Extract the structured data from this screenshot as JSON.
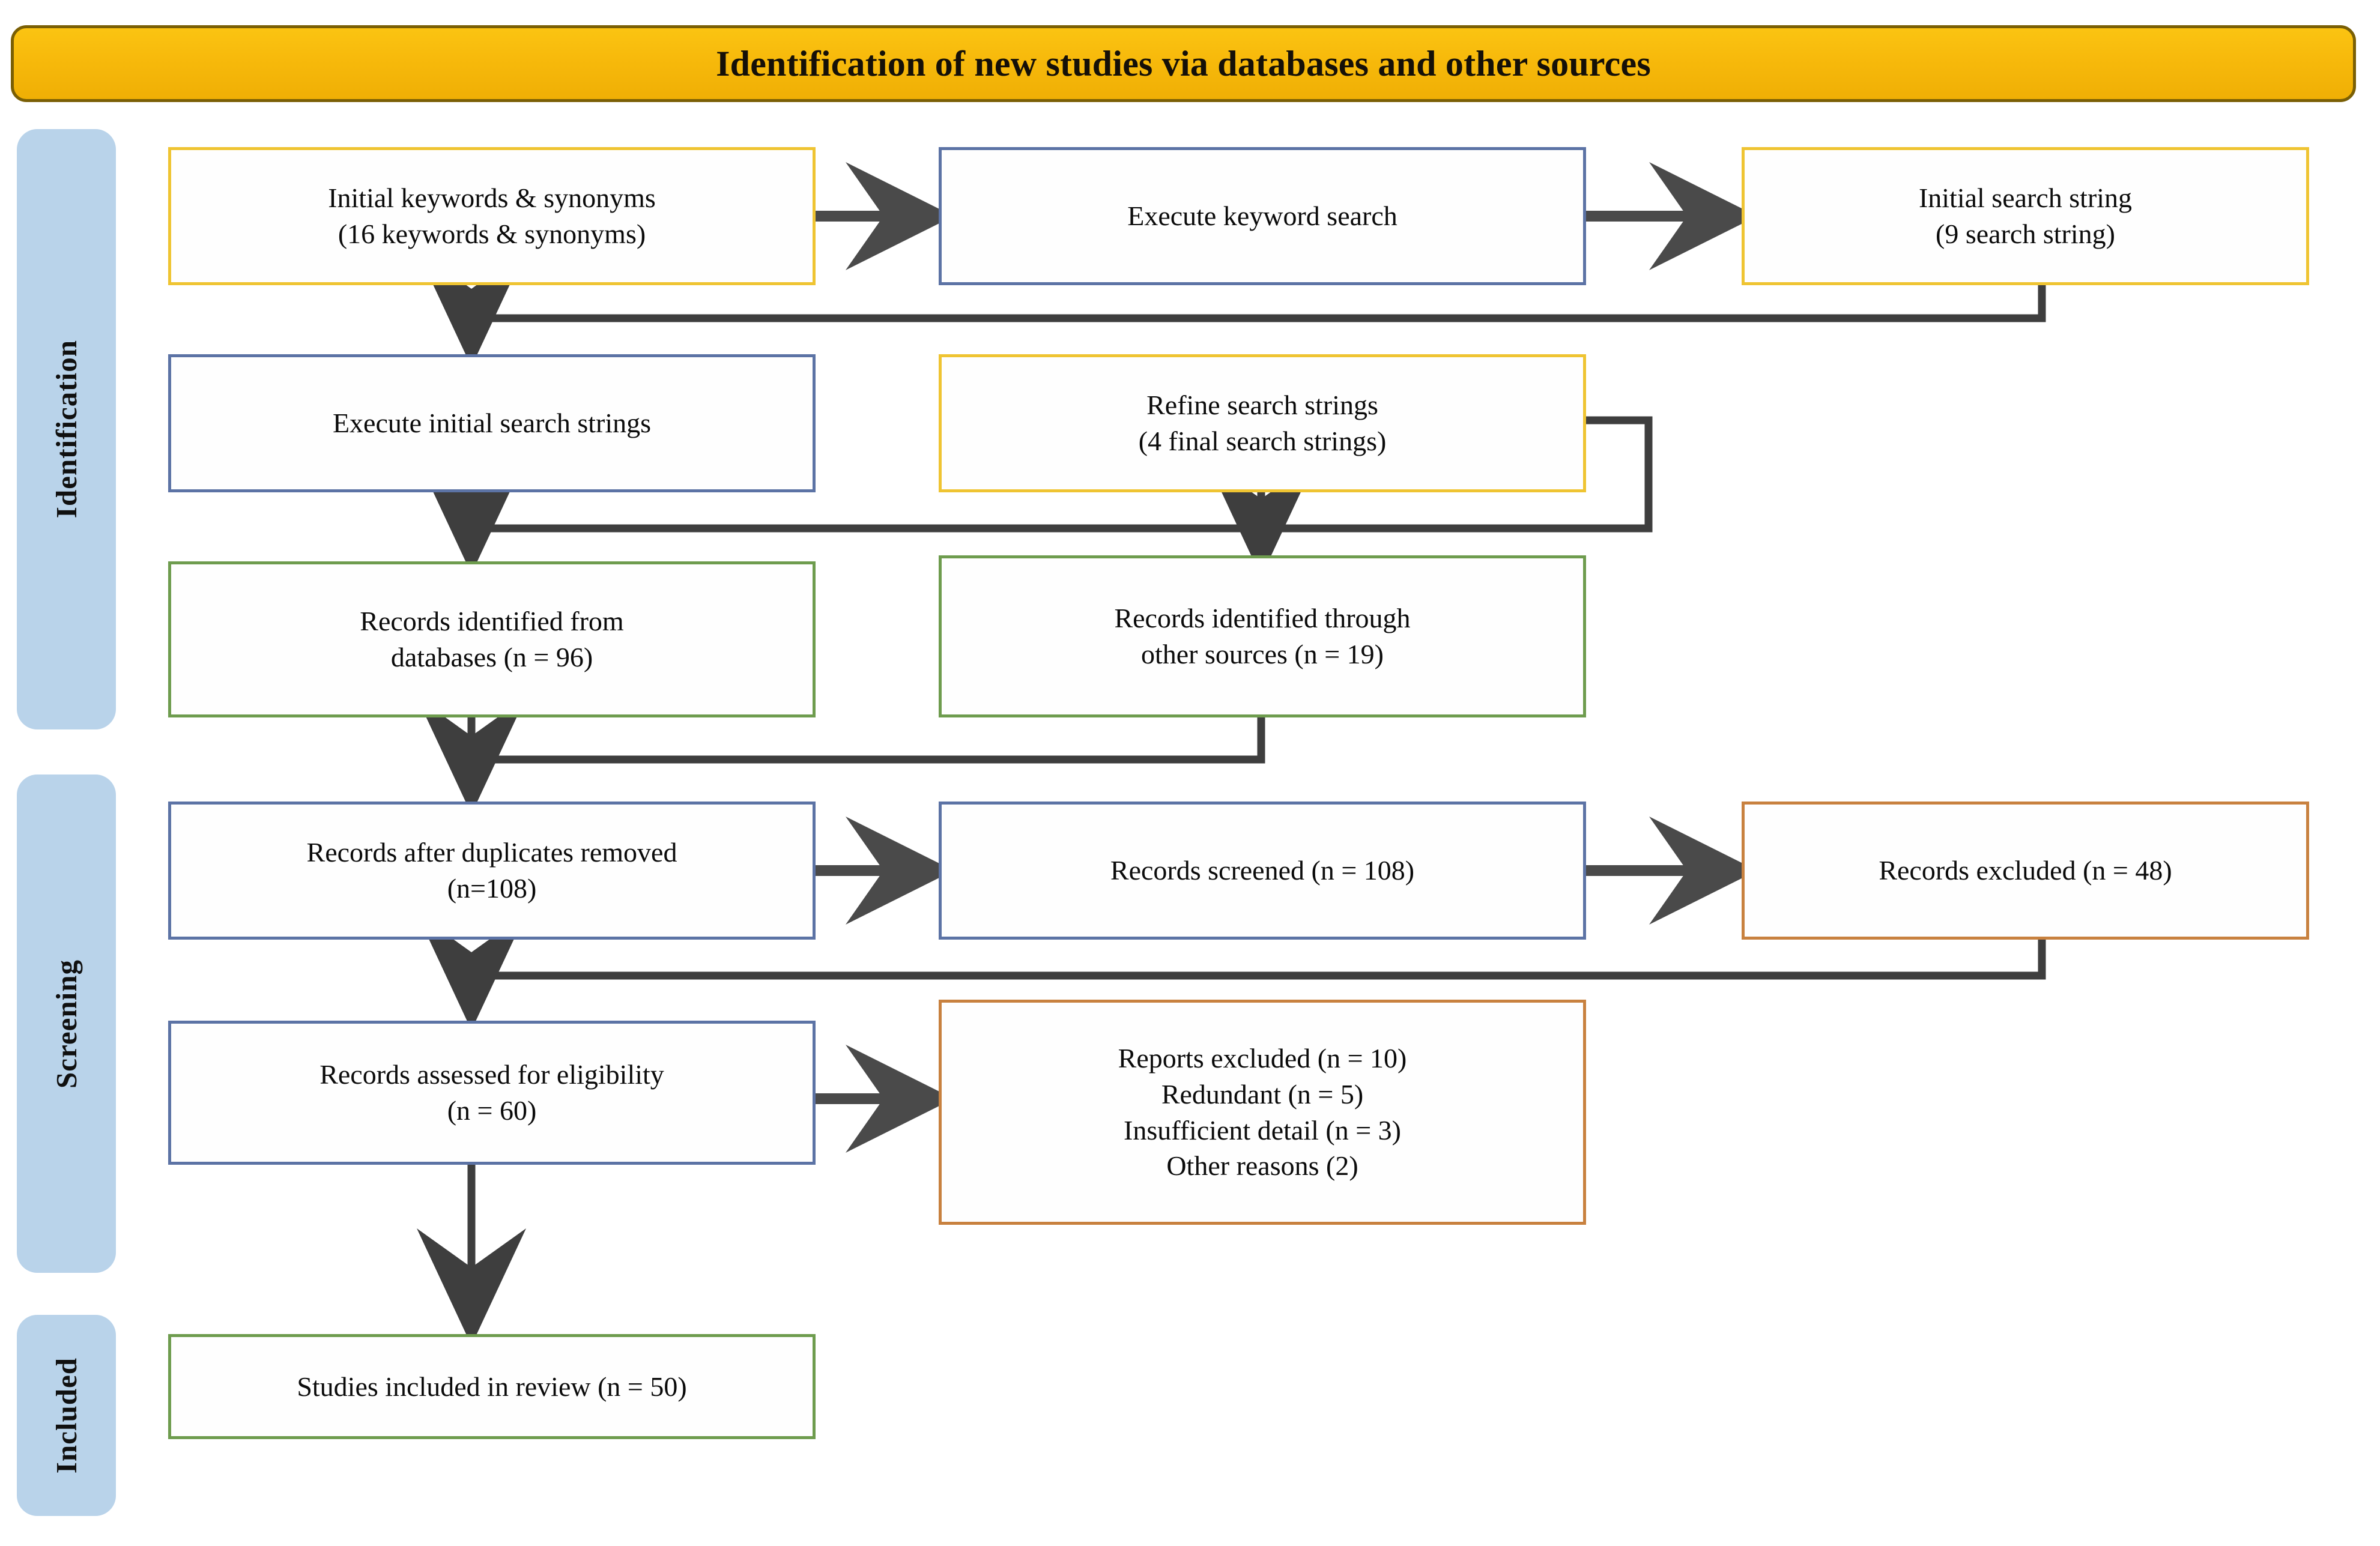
{
  "header": {
    "title": "Identification of new studies via databases and other sources",
    "fill_color": "#F7B90B",
    "border_color": "#7A5F05"
  },
  "stages": [
    {
      "id": "identification",
      "label": "Identification",
      "color": "#B9D3EA"
    },
    {
      "id": "screening",
      "label": "Screening",
      "color": "#B9D3EA"
    },
    {
      "id": "included",
      "label": "Included",
      "color": "#B9D3EA"
    }
  ],
  "palette": {
    "yellow": "#EFC432",
    "blue": "#5C73A5",
    "green": "#6E9C4E",
    "orange": "#C8813F",
    "connector": "#3E3E3E"
  },
  "nodes": [
    {
      "id": "initial-keywords",
      "text": "Initial  keywords  & synonyms\n(16 keywords  & synonyms)",
      "border": "yellow"
    },
    {
      "id": "execute-keyword-search",
      "text": "Execute keyword search",
      "border": "blue"
    },
    {
      "id": "initial-search-string",
      "text": "Initial  search string\n(9 search string)",
      "border": "yellow"
    },
    {
      "id": "execute-initial-strings",
      "text": "Execute initial  search strings",
      "border": "blue"
    },
    {
      "id": "refine-search-strings",
      "text": "Refine  search strings\n(4 final  search strings)",
      "border": "yellow"
    },
    {
      "id": "records-databases",
      "text": "Records identified  from\ndatabases (n = 96)",
      "border": "green"
    },
    {
      "id": "records-other-sources",
      "text": "Records identified  through\nother sources (n = 19)",
      "border": "green"
    },
    {
      "id": "records-duplicates",
      "text": "Records after duplicates  removed\n(n=108)",
      "border": "blue"
    },
    {
      "id": "records-screened",
      "text": "Records screened (n = 108)",
      "border": "blue"
    },
    {
      "id": "records-excluded",
      "text": "Records excluded  (n = 48)",
      "border": "orange"
    },
    {
      "id": "records-eligibility",
      "text": "Records assessed for eligibility\n(n = 60)",
      "border": "blue"
    },
    {
      "id": "reports-excluded",
      "text": "Reports excluded  (n = 10)\nRedundant  (n = 5)\nInsufficient  detail (n = 3)\nOther reasons (2)",
      "border": "orange"
    },
    {
      "id": "studies-included",
      "text": "Studies  included  in review (n = 50)",
      "border": "green"
    }
  ],
  "counts": {
    "keywords_synonyms": 16,
    "initial_search_strings": 9,
    "final_search_strings": 4,
    "records_from_databases": 96,
    "records_other_sources": 19,
    "records_after_duplicates": 108,
    "records_screened": 108,
    "records_excluded": 48,
    "records_assessed": 60,
    "reports_excluded": 10,
    "reason_redundant": 5,
    "reason_insufficient_detail": 3,
    "reason_other": 2,
    "studies_included": 50
  }
}
